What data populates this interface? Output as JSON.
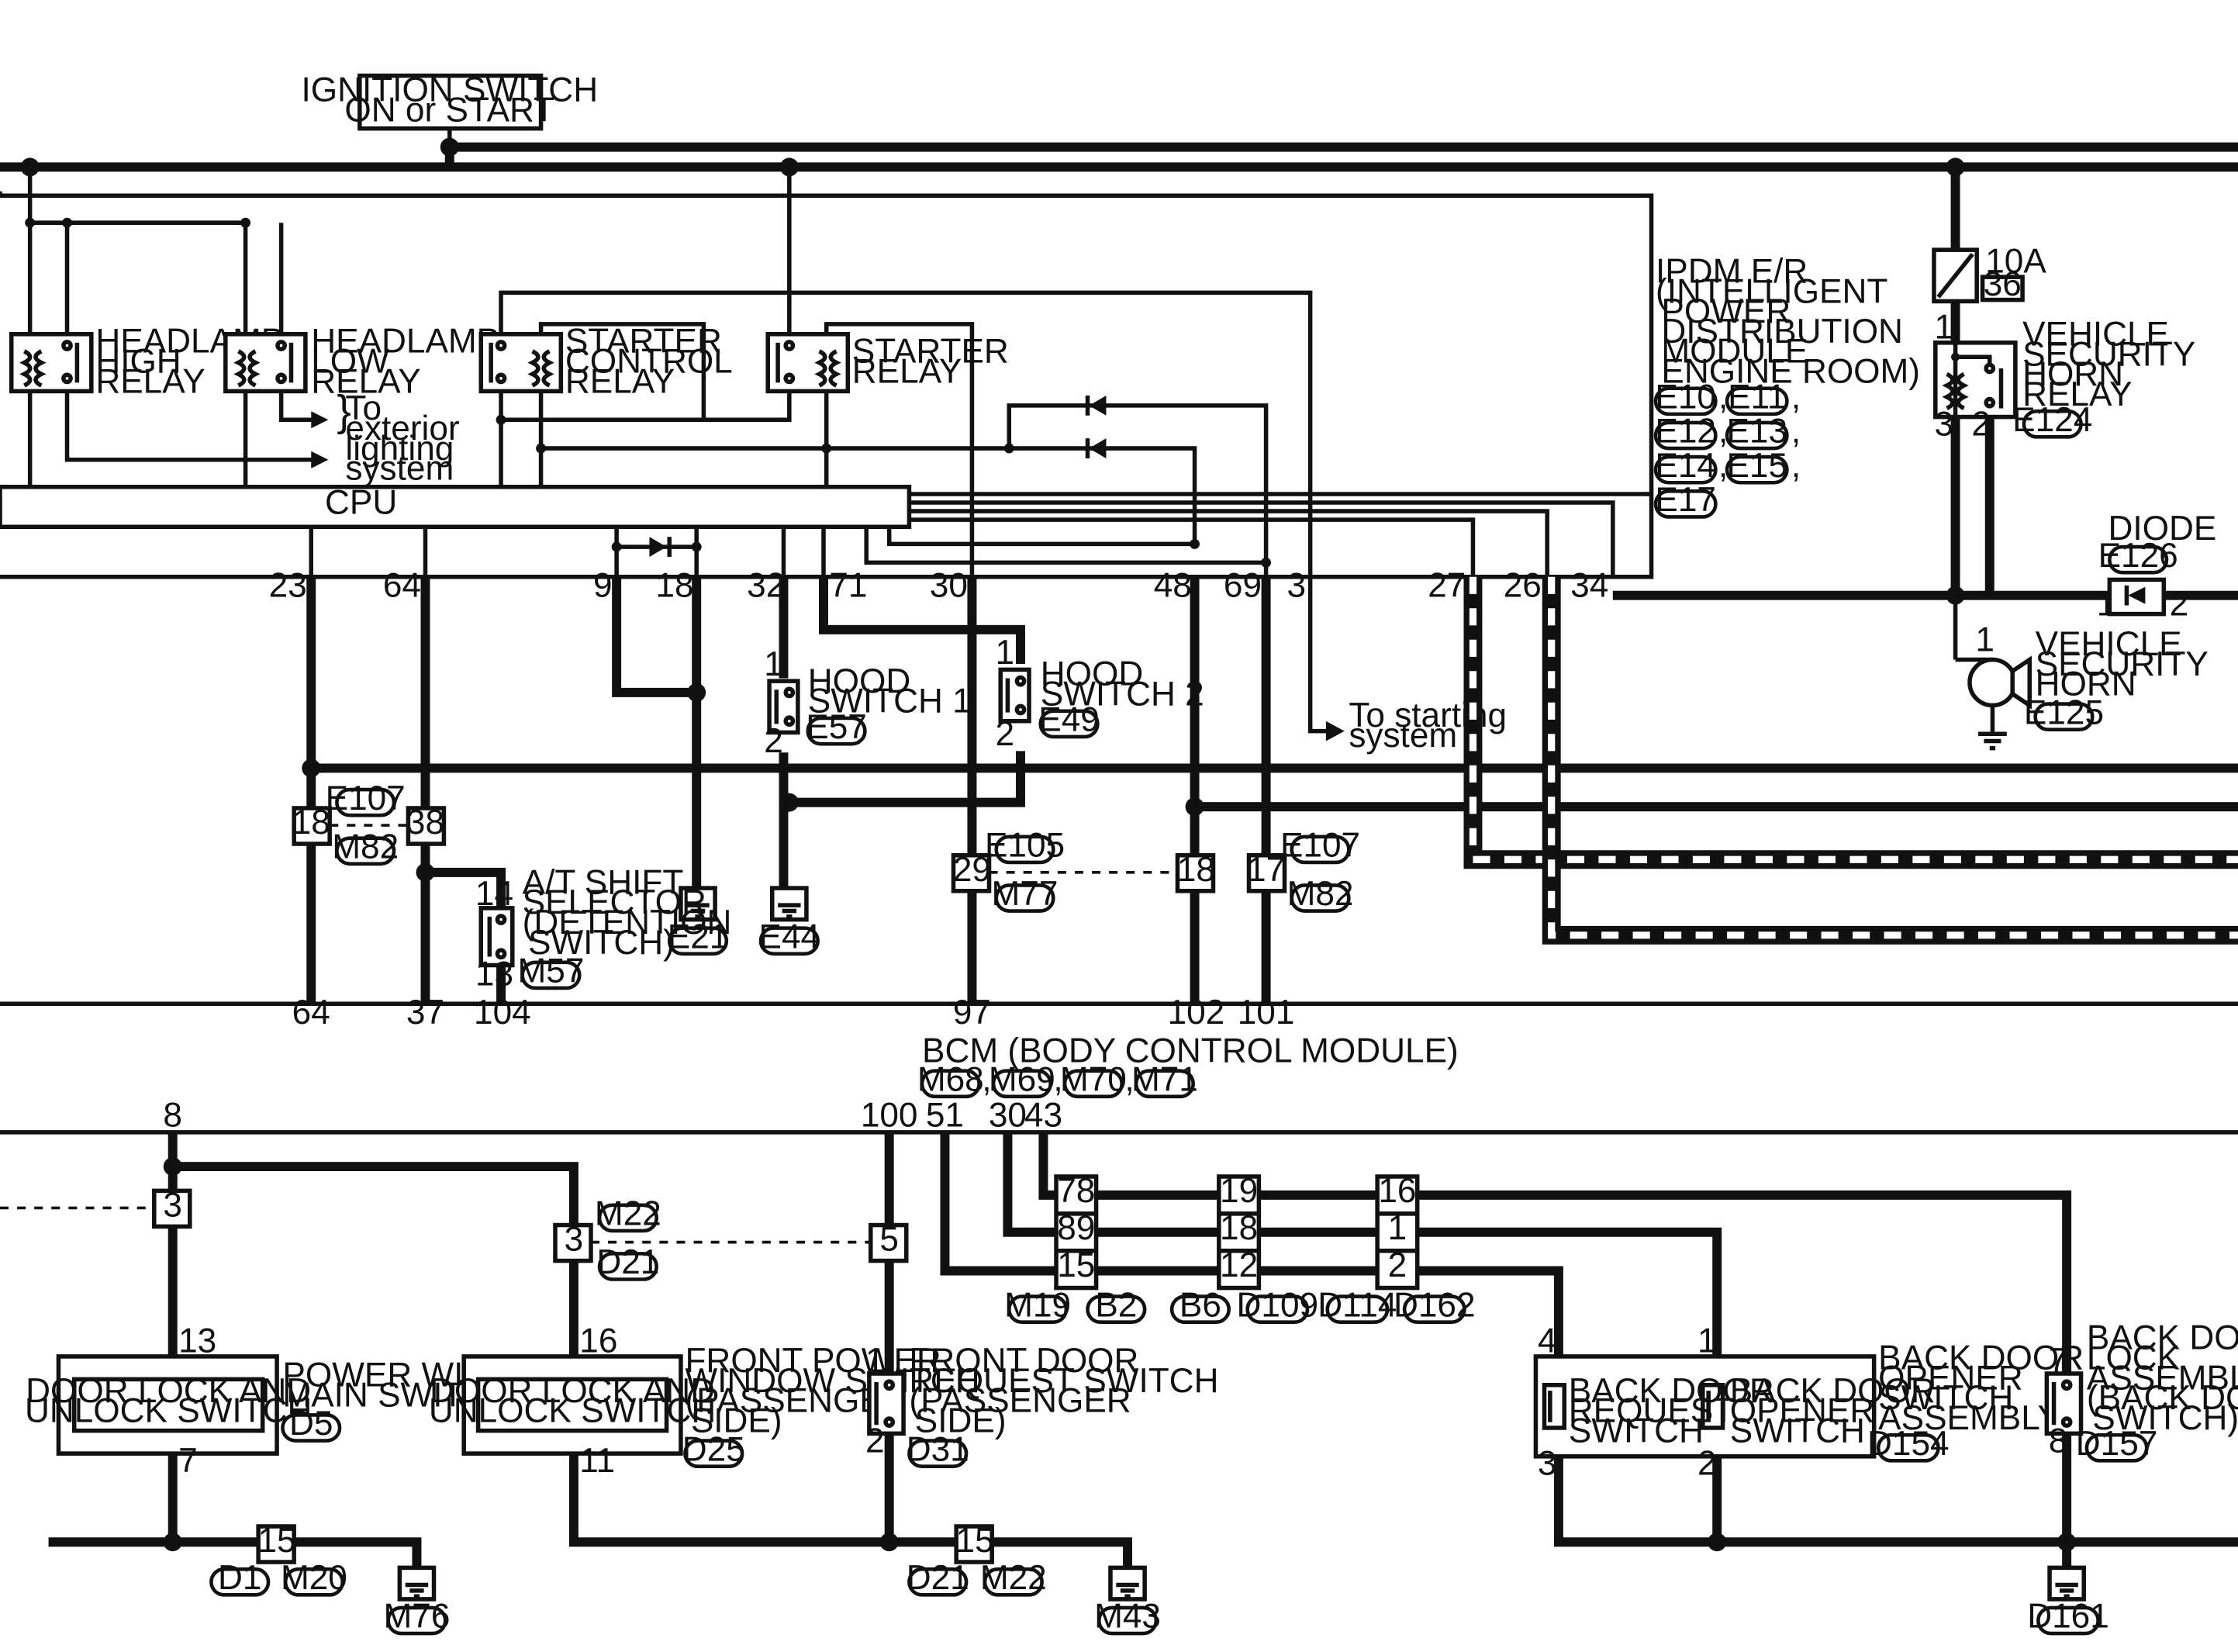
{
  "title": {
    "line1": "IGNITION SWITCH",
    "line2": "ON or START"
  },
  "ipdm": {
    "lines": [
      "IPDM E/R",
      "(INTELLIGENT",
      "POWER",
      "DISTRIBUTION",
      "MODULE",
      "ENGINE ROOM)"
    ],
    "connectors": [
      "E10",
      "E11",
      "E12",
      "E13",
      "E14",
      "E15",
      "E17"
    ],
    "cpu": "CPU",
    "pins": [
      "23",
      "64",
      "9",
      "18",
      "32",
      "71",
      "30",
      "48",
      "69",
      "3",
      "27",
      "26",
      "34"
    ]
  },
  "relays": {
    "headlamp_high": [
      "HEADLAMP",
      "HIGH",
      "RELAY"
    ],
    "headlamp_low": [
      "HEADLAMP",
      "LOW",
      "RELAY"
    ],
    "starter_control": [
      "STARTER",
      "CONTROL",
      "RELAY"
    ],
    "starter": [
      "STARTER",
      "RELAY"
    ],
    "horn_relay": [
      "VEHICLE",
      "SECURITY",
      "HORN",
      "RELAY"
    ],
    "horn_relay_conn": "E124",
    "horn_relay_pins": [
      "1",
      "3",
      "2"
    ]
  },
  "exterior": [
    "To",
    "exterior",
    "lighting",
    "system"
  ],
  "starting": [
    "To starting",
    "system"
  ],
  "fuse": {
    "rating": "10A",
    "num": "36"
  },
  "diode": {
    "label": "DIODE",
    "conn": "E126",
    "pin1": "1",
    "pin2": "2"
  },
  "horn": {
    "lines": [
      "VEHICLE",
      "SECURITY",
      "HORN"
    ],
    "conn": "E125",
    "pin": "1"
  },
  "hood1": {
    "lines": [
      "HOOD",
      "SWITCH 1"
    ],
    "conn": "E57",
    "pin1": "1",
    "pin2": "2"
  },
  "hood2": {
    "lines": [
      "HOOD",
      "SWITCH 2"
    ],
    "conn": "E49",
    "pin1": "1",
    "pin2": "2"
  },
  "grounds": {
    "g1": "E21",
    "g2": "E44",
    "g3": "M76",
    "g4": "M43",
    "g5": "D161"
  },
  "atshift": {
    "lines": [
      "A/T SHIFT",
      "SELECTOR",
      "(DETENTION",
      "SWITCH)"
    ],
    "conn": "M57",
    "pin1": "14",
    "pin2": "13"
  },
  "joints": {
    "j1": "18",
    "j2": "38",
    "j1c1": "E107",
    "j1c2": "M82",
    "j3": "29",
    "j4": "18",
    "j3c1": "E105",
    "j3c2": "M77",
    "j5": "17",
    "j5c1": "E107",
    "j5c2": "M82"
  },
  "bcm": {
    "label": "BCM (BODY CONTROL MODULE)",
    "connectors": [
      "M68",
      "M69",
      "M70",
      "M71"
    ],
    "top_pins": [
      "64",
      "37",
      "104",
      "97",
      "102",
      "101"
    ],
    "bottom_pins": [
      "8",
      "100",
      "51",
      "30",
      "43"
    ]
  },
  "pwms": {
    "inner": [
      "DOOR LOCK AND",
      "UNLOCK SWITCH"
    ],
    "label": [
      "POWER WINDOW",
      "MAIN SWITCH"
    ],
    "conn": "D5",
    "pin_top": "13",
    "pin_bot": "7",
    "joint": "3"
  },
  "fpws": {
    "inner": [
      "DOOR LOCK AND",
      "UNLOCK SWITCH"
    ],
    "label": [
      "FRONT POWER",
      "WINDOW SWITCH",
      "(PASSENGER",
      "SIDE)"
    ],
    "conn": "D25",
    "pin_top": "16",
    "pin_bot": "11",
    "joint": "3",
    "jc1": "M22",
    "jc2": "D21",
    "joint2": "5"
  },
  "fdrs": {
    "label": [
      "FRONT DOOR",
      "REQUEST SWITCH",
      "(PASSENGER",
      "SIDE)"
    ],
    "conn": "D31",
    "pin1": "1",
    "pin2": "2"
  },
  "ground_joints": {
    "a": "15",
    "ac1": "D1",
    "ac2": "M20",
    "b": "15",
    "bc1": "D21",
    "bc2": "M22"
  },
  "harness": {
    "c1": [
      "78",
      "89",
      "15"
    ],
    "c2": [
      "19",
      "18",
      "12"
    ],
    "c3": [
      "16",
      "1",
      "2"
    ],
    "conns": [
      "M19",
      "B2",
      "B6",
      "D109",
      "D114",
      "D162"
    ]
  },
  "backdoor": {
    "req": [
      "BACK DOOR",
      "REQUEST",
      "SWITCH"
    ],
    "opener": [
      "BACK DOOR",
      "OPENER",
      "SWITCH"
    ],
    "assy": [
      "BACK DOOR",
      "OPENER",
      "SWITCH",
      "ASSEMBLY"
    ],
    "assy_conn": "D154",
    "pins": [
      "4",
      "3",
      "1",
      "2"
    ],
    "lock": [
      "BACK DOOR",
      "LOCK",
      "ASSEMBLY",
      "(BACK DOOR",
      "SWITCH)"
    ],
    "lock_conn": "D157",
    "lock_pins": [
      "7",
      "8"
    ]
  }
}
